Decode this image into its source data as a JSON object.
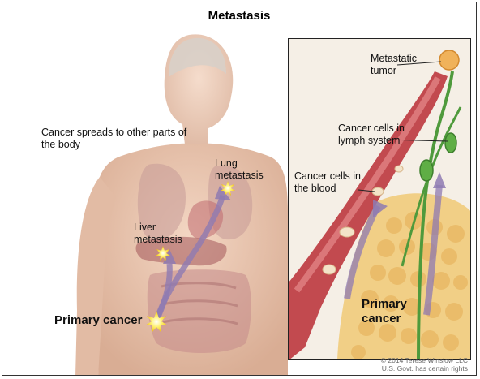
{
  "title": "Metastasis",
  "labels": {
    "spread": "Cancer spreads to other parts of the body",
    "lung": "Lung metastasis",
    "liver": "Liver metastasis",
    "primary_body": "Primary cancer",
    "metastatic_tumor": "Metastatic tumor",
    "lymph": "Cancer cells in lymph system",
    "blood": "Cancer cells in the blood",
    "primary_inset": "Primary cancer"
  },
  "copyright": {
    "line1": "© 2014 Terese Winslow LLC",
    "line2": "U.S. Govt. has certain rights"
  },
  "colors": {
    "blood_vessel": "#c24a4f",
    "lymph_vessel": "#4f9a3c",
    "spread_arrow": "#8e7ab2",
    "tumor_star": "#fff27a",
    "fatty_tissue": "#f1cf86"
  }
}
